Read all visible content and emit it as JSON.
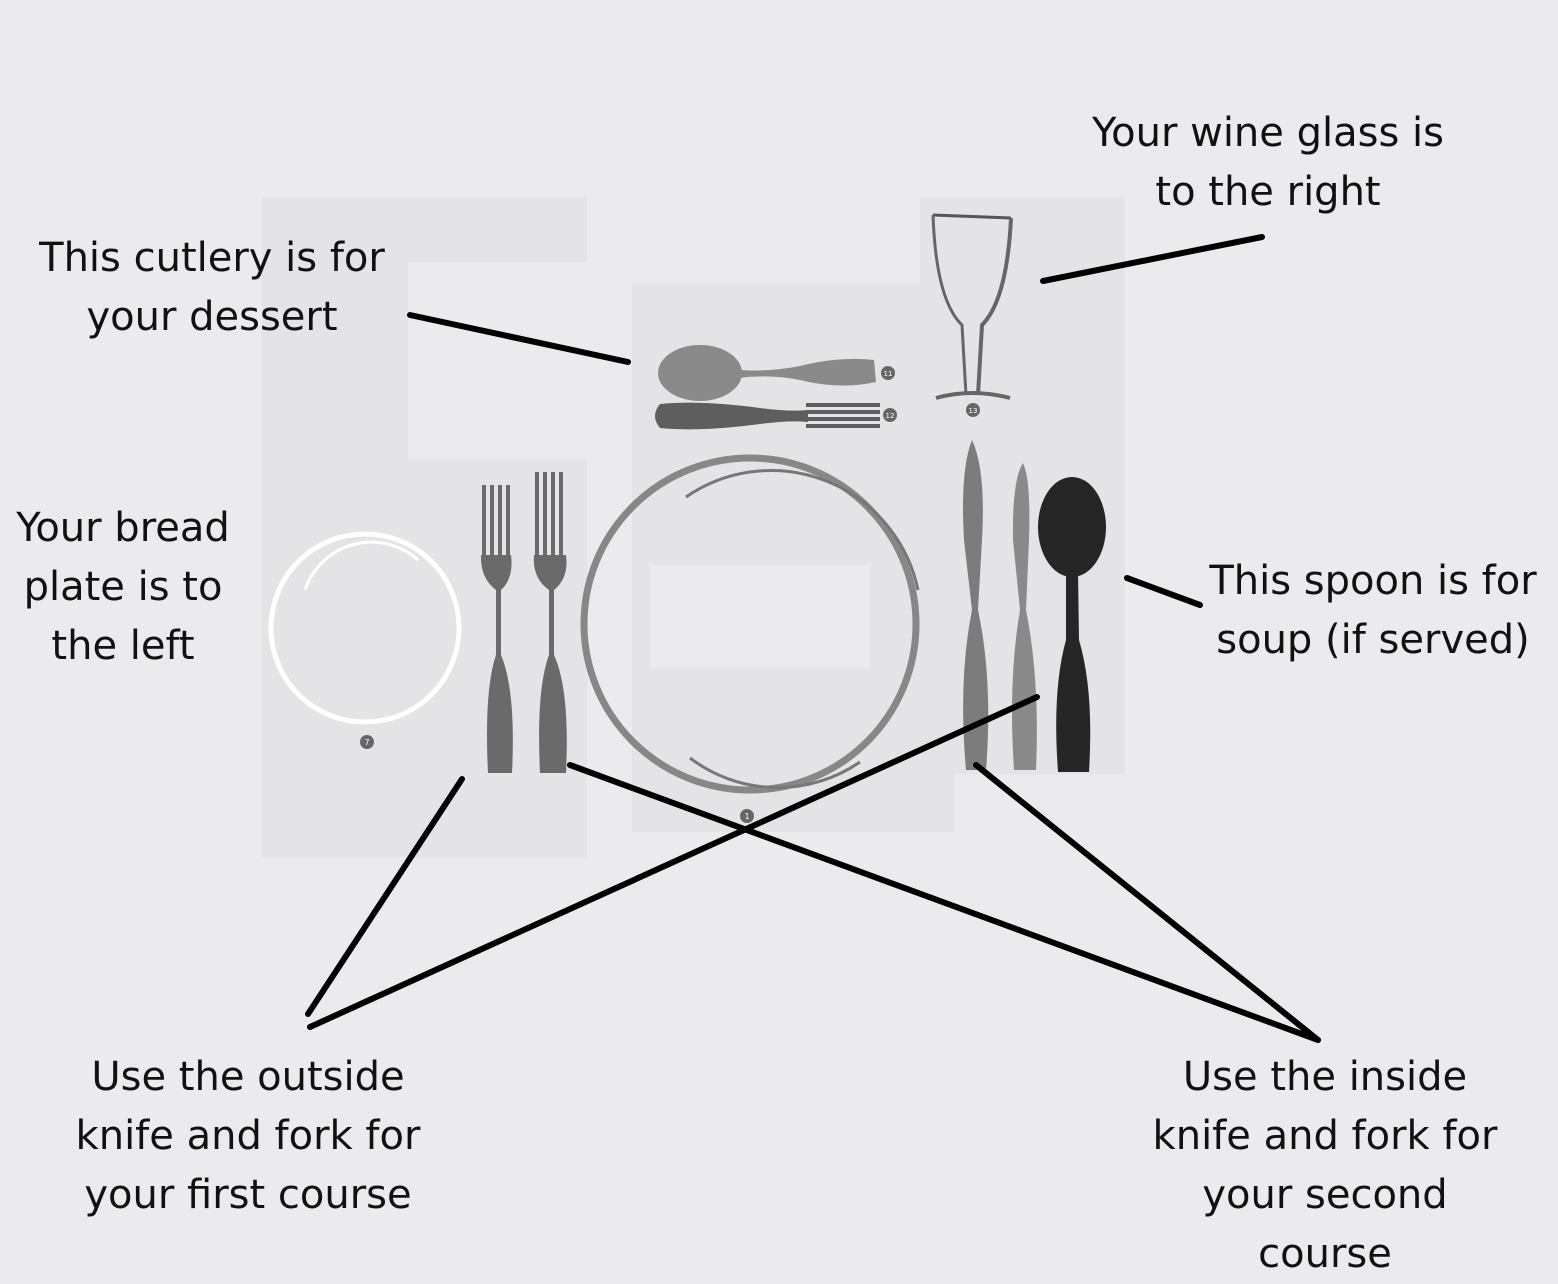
{
  "labels": {
    "wine_glass": {
      "line1": "Your wine glass is",
      "line2": "to the right"
    },
    "dessert": {
      "line1": "This cutlery is for",
      "line2": "your dessert"
    },
    "bread_plate": {
      "line1": "Your bread",
      "line2": "plate is to",
      "line3": "the left"
    },
    "soup_spoon": {
      "line1": "This spoon is for",
      "line2": "soup (if served)"
    },
    "outside_cutlery": {
      "line1": "Use the outside",
      "line2": "knife and fork for",
      "line3": "your first course"
    },
    "inside_cutlery": {
      "line1": "Use the inside",
      "line2": "knife and fork for",
      "line3": "your second",
      "line4": "course"
    }
  },
  "item_numbers": {
    "bread_plate": "7",
    "dinner_plate": "1",
    "dessert_spoon": "11",
    "dessert_fork": "12",
    "wine_glass": "13"
  },
  "colors": {
    "background": "#ebebed",
    "panel": "#e4e4e6",
    "cutlery_medium": "#6a6a6a",
    "cutlery_light": "#8a8a8a",
    "soup_spoon": "#262626",
    "arrow": "#000000"
  }
}
